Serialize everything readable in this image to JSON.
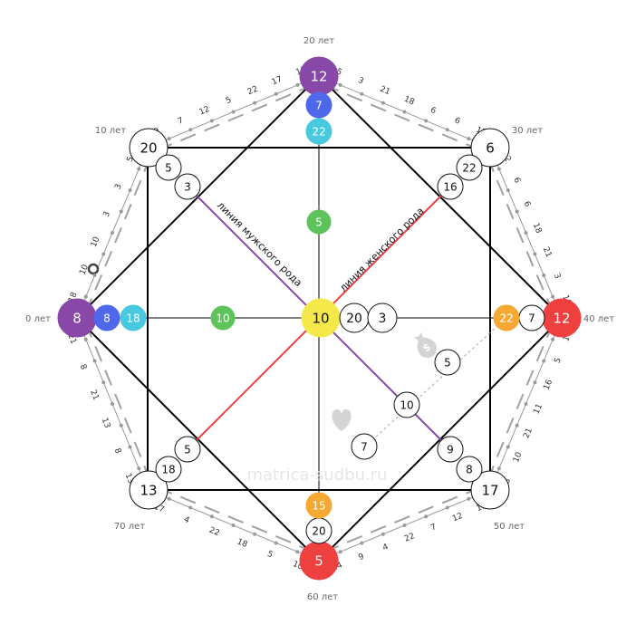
{
  "colors": {
    "purple": "#8848a8",
    "red": "#ef4040",
    "blue": "#4f67ea",
    "cyan": "#48c9df",
    "green": "#5ec35b",
    "yellow": "#f5e84a",
    "orange": "#f5a832",
    "line": "#000000",
    "red_line": "#ef4040",
    "purple_line": "#8848a8",
    "ring": "#9a9a9a",
    "icon_gray": "#d4d4d4"
  },
  "age_labels": [
    {
      "id": "age-0",
      "text": "0 лет"
    },
    {
      "id": "age-10",
      "text": "10 лет"
    },
    {
      "id": "age-20",
      "text": "20 лет"
    },
    {
      "id": "age-30",
      "text": "30 лет"
    },
    {
      "id": "age-40",
      "text": "40 лет"
    },
    {
      "id": "age-50",
      "text": "50 лет"
    },
    {
      "id": "age-60",
      "text": "60 лет"
    },
    {
      "id": "age-70",
      "text": "70 лет"
    }
  ],
  "line_labels": {
    "male": "линия мужского рода",
    "female": "линия женского рода"
  },
  "watermark": "matrica-sudbu.ru",
  "nodes": {
    "top": "12",
    "top_1": "7",
    "top_2": "22",
    "top_3": "5",
    "left": "8",
    "left_1": "8",
    "left_2": "18",
    "left_3": "10",
    "right": "12",
    "right_1": "7",
    "right_2": "22",
    "bottom": "5",
    "bottom_1": "20",
    "bottom_2": "15",
    "center": "10",
    "center_1": "20",
    "center_2": "3",
    "tl": "20",
    "tl_1": "5",
    "tl_2": "3",
    "tr": "6",
    "tr_1": "22",
    "tr_2": "16",
    "br": "17",
    "br_1": "8",
    "br_2": "9",
    "bl": "13",
    "bl_1": "18",
    "bl_2": "5",
    "money_1": "5",
    "money_2": "10",
    "love": "7"
  },
  "outer_numbers": {
    "top_left": [
      "9",
      "7",
      "12",
      "5",
      "22",
      "17",
      "11"
    ],
    "top_right": [
      "15",
      "3",
      "21",
      "18",
      "6",
      "6",
      "12"
    ],
    "right_top": [
      "12",
      "6",
      "6",
      "18",
      "21",
      "3",
      "15"
    ],
    "right_bottom": [
      "17",
      "5",
      "16",
      "11",
      "21",
      "10",
      "6"
    ],
    "bottom_right": [
      "11",
      "12",
      "7",
      "22",
      "4",
      "9",
      "14"
    ],
    "bottom_left": [
      "10",
      "5",
      "18",
      "22",
      "4",
      "17"
    ],
    "left_bottom": [
      "13",
      "8",
      "13",
      "21",
      "8",
      "21"
    ],
    "left_top": [
      "18",
      "10",
      "10",
      "3",
      "3",
      "5"
    ]
  }
}
